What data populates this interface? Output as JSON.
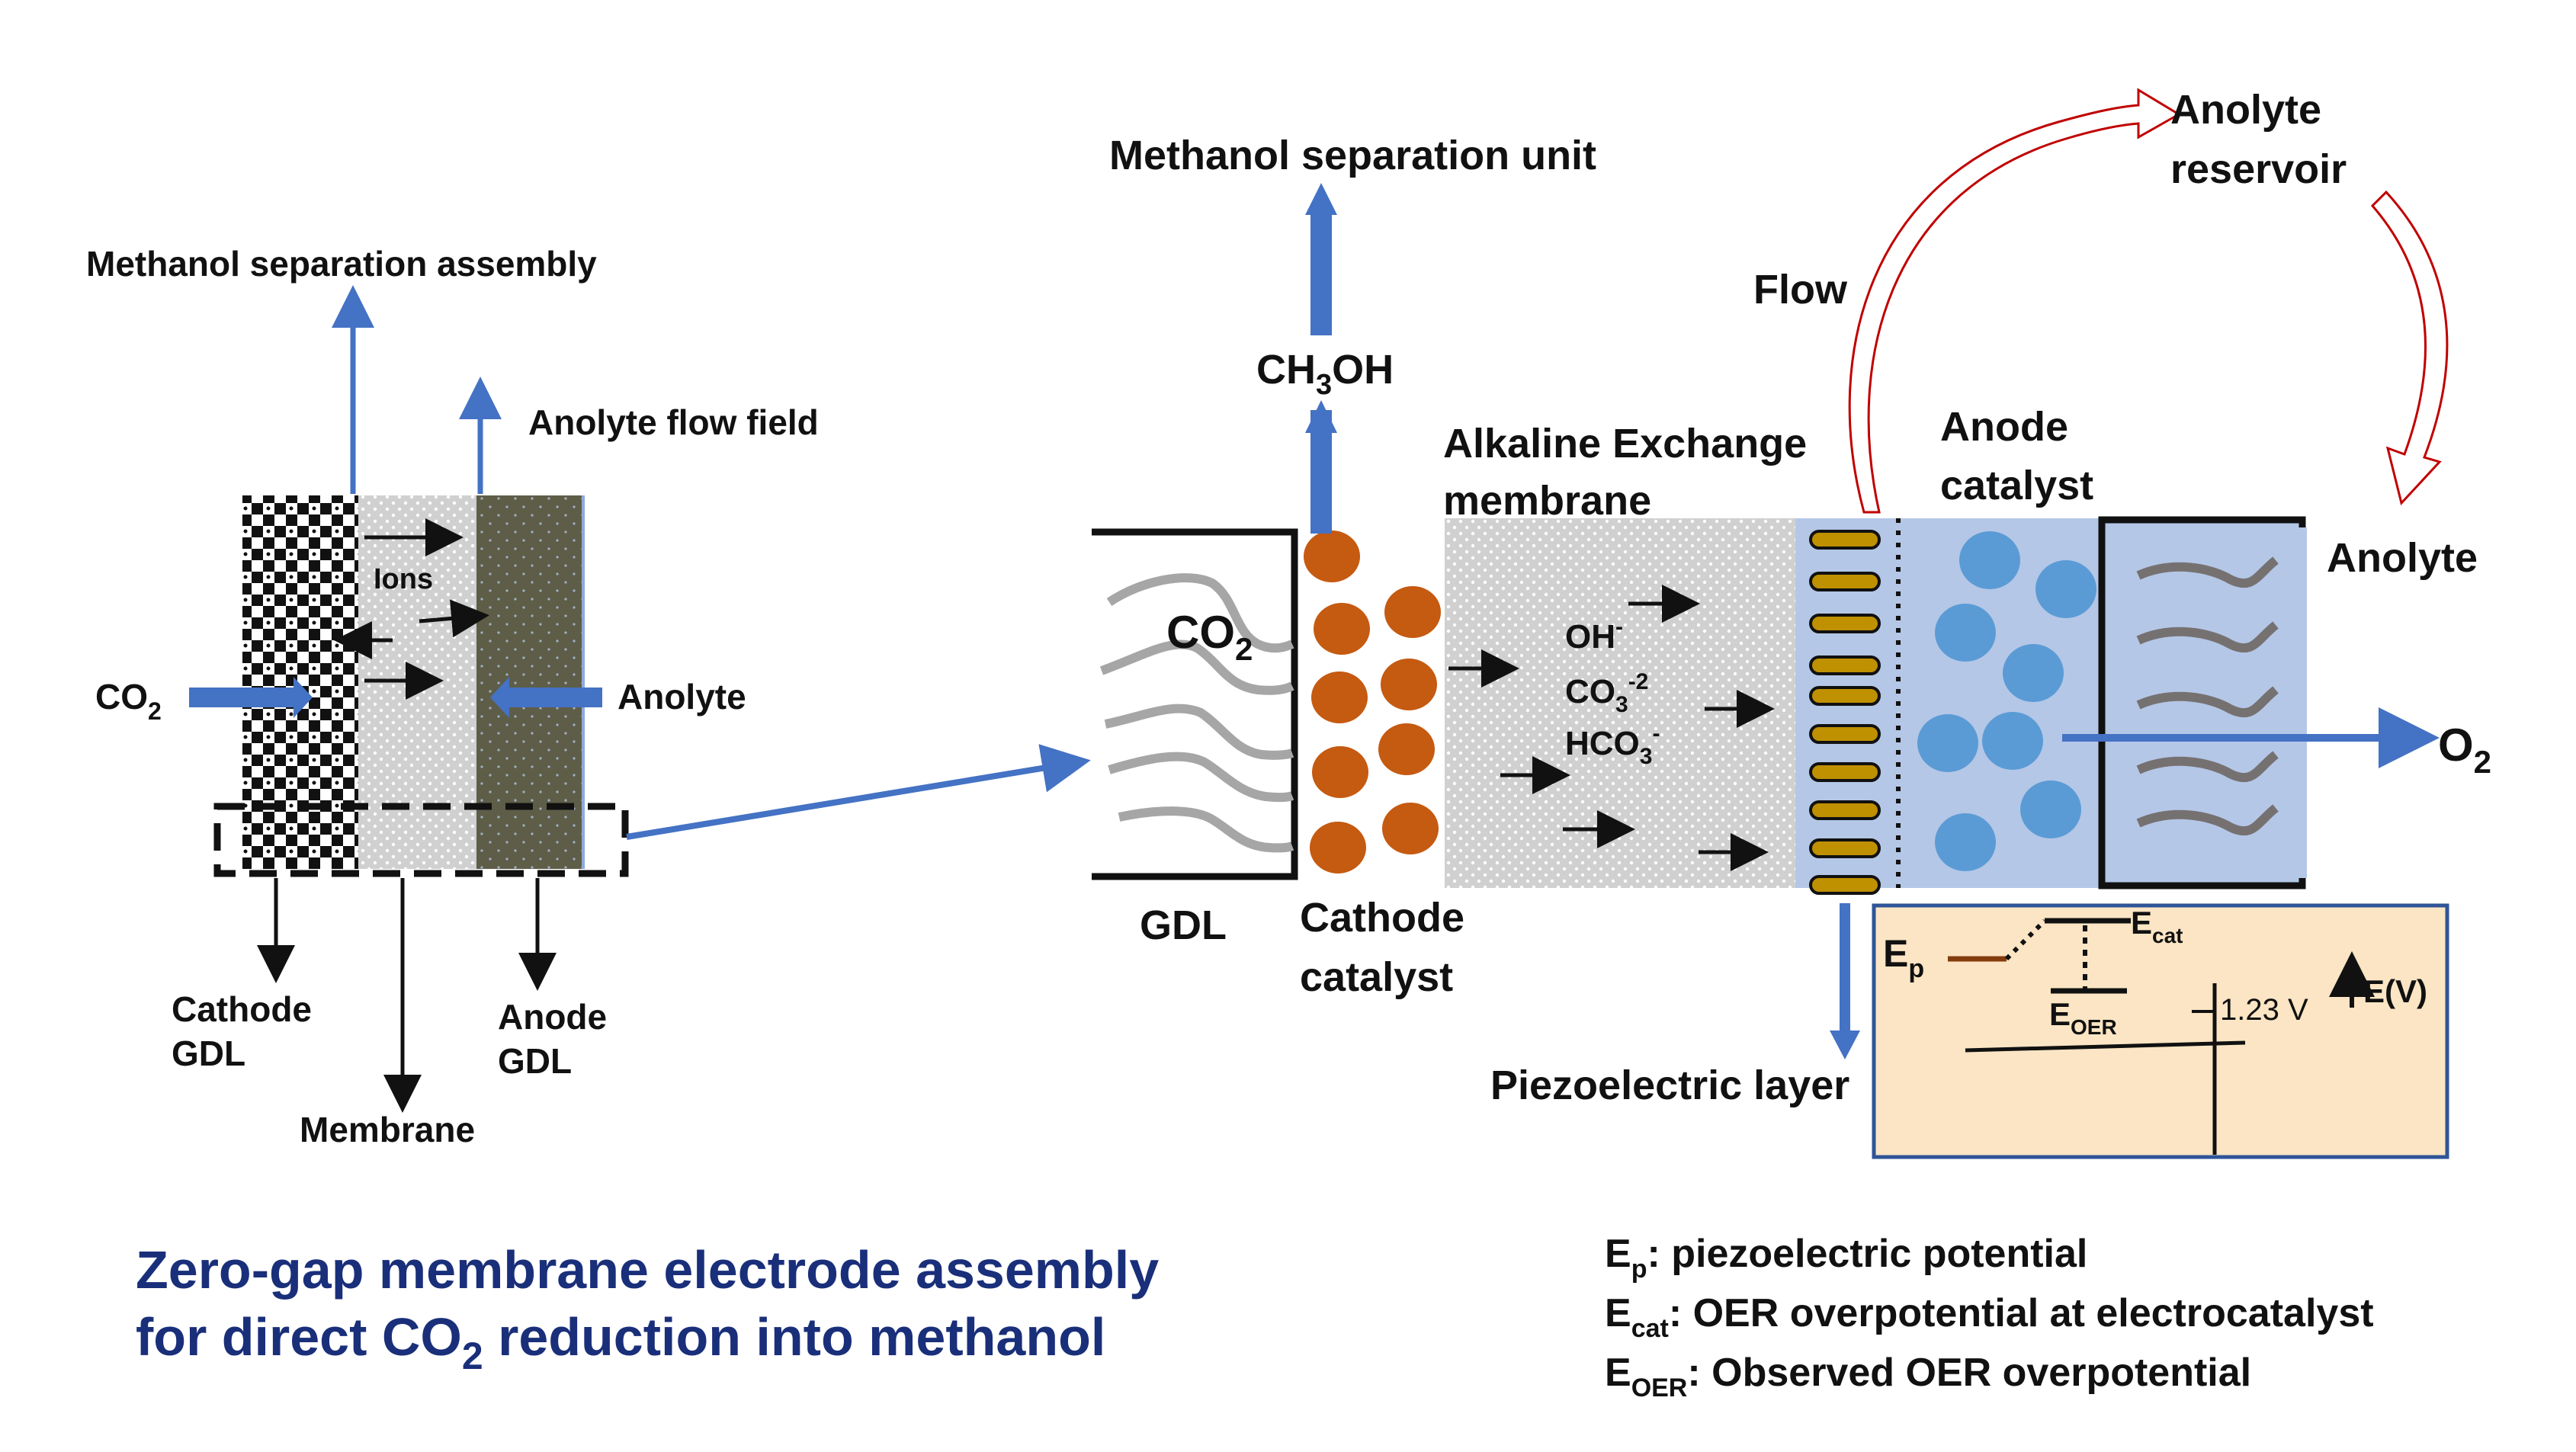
{
  "colors": {
    "arrow_blue": "#4472c4",
    "caption_navy": "#1a2f7a",
    "catalyst_orange": "#c55a11",
    "membrane_gray": "#d4d4d4",
    "anode_blue": "#b4c7e7",
    "bubble_blue": "#5b9bd5",
    "piezo_gold": "#bf9000",
    "energy_box_fill": "#fbe5c4",
    "flow_arrow_red": "#c00000"
  },
  "left_assembly": {
    "methanol_separation_assembly": "Methanol separation assembly",
    "anolyte_flow_field": "Anolyte flow field",
    "ions": "Ions",
    "co2": {
      "base": "CO",
      "sub": "2"
    },
    "anolyte": "Anolyte",
    "cathode_gdl": [
      "Cathode",
      "GDL"
    ],
    "membrane": "Membrane",
    "anode_gdl": [
      "Anode",
      "GDL"
    ]
  },
  "right_detail": {
    "methanol_separation_unit": "Methanol separation unit",
    "ch3oh": {
      "a": "CH",
      "sub": "3",
      "b": "OH"
    },
    "co2": {
      "base": "CO",
      "sub": "2"
    },
    "gdl": "GDL",
    "cathode_catalyst": [
      "Cathode",
      "catalyst"
    ],
    "membrane_title": [
      "Alkaline Exchange",
      "membrane"
    ],
    "ion_oh": {
      "base": "OH",
      "sup": "-"
    },
    "ion_co3": {
      "base": "CO",
      "sub": "3",
      "sup": "-2"
    },
    "ion_hco3": {
      "base": "HCO",
      "sub": "3",
      "sup": "-"
    },
    "flow": "Flow",
    "anolyte_reservoir": [
      "Anolyte",
      "reservoir"
    ],
    "anode_catalyst": [
      "Anode",
      "catalyst"
    ],
    "anolyte": "Anolyte",
    "o2": {
      "base": "O",
      "sub": "2"
    },
    "piezoelectric_layer": "Piezoelectric layer"
  },
  "energy_diagram": {
    "ep": {
      "base": "E",
      "sub": "p"
    },
    "ecat": {
      "base": "E",
      "sub": "cat"
    },
    "eoer": {
      "base": "E",
      "sub": "OER"
    },
    "voltage": "1.23 V",
    "axis": "E(V)"
  },
  "caption": {
    "line1": "Zero-gap membrane electrode assembly",
    "line2_a": "for direct CO",
    "line2_sub": "2",
    "line2_b": " reduction into methanol"
  },
  "legend": [
    {
      "sym": "E",
      "sub": "p",
      "text": ": piezoelectric potential"
    },
    {
      "sym": "E",
      "sub": "cat",
      "text": ": OER overpotential at electrocatalyst"
    },
    {
      "sym": "E",
      "sub": "OER",
      "text": ": Observed OER overpotential"
    }
  ]
}
